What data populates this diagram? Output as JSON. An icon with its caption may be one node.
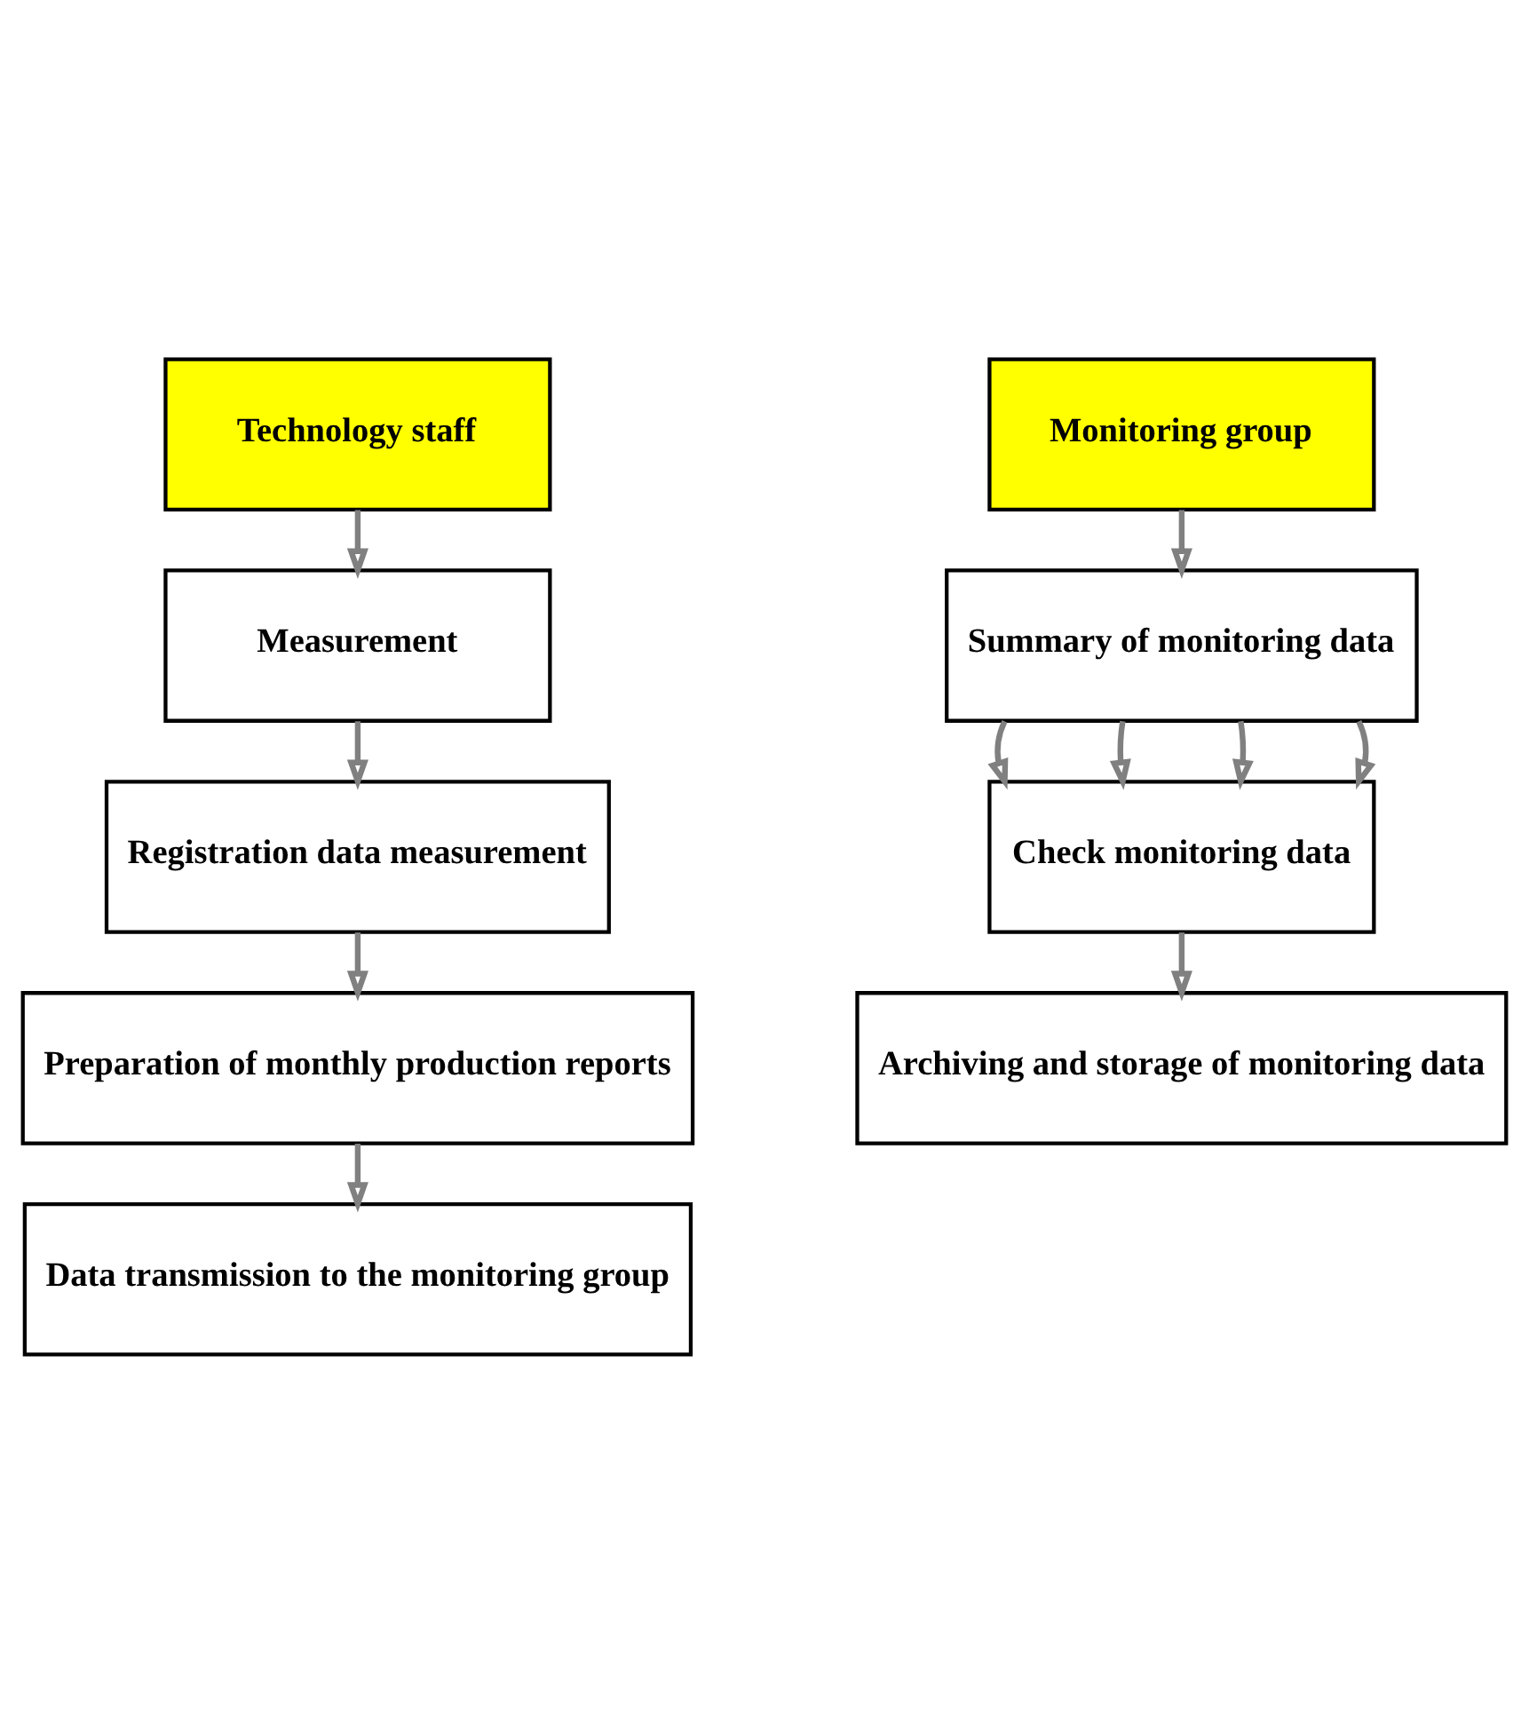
{
  "diagram": {
    "nodes": [
      {
        "text": [
          "Technology staff"
        ]
      },
      {
        "text": [
          "Measurement"
        ]
      },
      {
        "text": [
          "Registration data measurement"
        ]
      },
      {
        "text": [
          "Preparation of monthly production reports"
        ]
      },
      {
        "text": [
          "Data transmission to the monitoring group"
        ]
      },
      {
        "text": [
          "Monitoring group"
        ]
      },
      {
        "text": [
          "Summary of monitoring data"
        ]
      },
      {
        "text": [
          "Check monitoring data"
        ]
      },
      {
        "text": [
          "Archiving and storage of monitoring data"
        ]
      }
    ],
    "edges": [
      {
        "from": 0,
        "to": 1,
        "arrow": "to"
      },
      {
        "from": 1,
        "to": 2,
        "arrow": "to"
      },
      {
        "from": 2,
        "to": 3,
        "arrow": "to"
      },
      {
        "from": 3,
        "to": 4,
        "arrow": "to"
      },
      {
        "from": 5,
        "to": 6,
        "arrow": "to"
      },
      {
        "from": 6,
        "to": 7,
        "arrow": "to"
      },
      {
        "from": 6,
        "to": 7,
        "arrow": "to"
      },
      {
        "from": 6,
        "to": 7,
        "arrow": "to"
      },
      {
        "from": 6,
        "to": 7,
        "arrow": "to"
      },
      {
        "from": 7,
        "to": 8,
        "arrow": "to"
      }
    ]
  }
}
